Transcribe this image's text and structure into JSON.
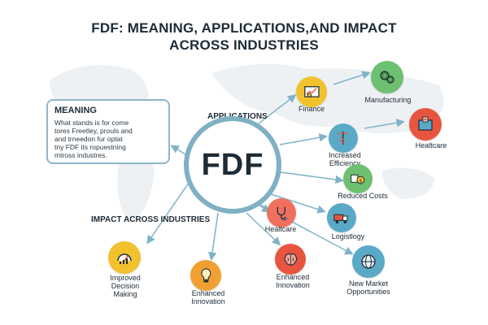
{
  "title_line1": "FDF: MEANING, APPLICATIONS,AND IMPACT",
  "title_line2": "ACROSS INDUSTRIES",
  "center_label": "FDF",
  "meaning": {
    "heading": "MEANING",
    "line1": "What stands is for come",
    "line2": "tores Freetley, prouls and",
    "line3": "and trneedon fur optat",
    "line4": "tny FDF its ropuestning",
    "line5": "mtross industres."
  },
  "sections": {
    "applications": "APPLICATIONS",
    "impact": "IMPACT ACROSS INDUSTRIES"
  },
  "nodes": {
    "finance": "Finance",
    "manufacturing": "Manufacturing",
    "increased_1": "Increased",
    "increased_2": "Efficiency",
    "healtcare": "Healtcare",
    "reduced_costs": "Reduced Costs",
    "healthcare": "Healtcare",
    "logistlogy": "Logistlogy",
    "improved_1": "Improved",
    "improved_2": "Decision",
    "improved_3": "Making",
    "enh1_1": "Enhanced",
    "enh1_2": "Innovation",
    "enh2_1": "Enhanced",
    "enh2_2": "Innovation",
    "nmo_1": "New Market",
    "nmo_2": "Opportunities"
  },
  "colors": {
    "ring": "#7fb0c4",
    "arrow": "#7fb3c8",
    "yellow": "#f2c12e",
    "green": "#6cc070",
    "red": "#e8553f",
    "teal": "#5aa9c7",
    "orange": "#f0a033"
  },
  "icons": {
    "finance": "finance-chart-icon",
    "manufacturing": "gears-icon",
    "increased": "caduceus-icon",
    "healtcare": "hospital-icon",
    "reduced": "money-bag-icon",
    "healthcare": "stethoscope-icon",
    "logistics": "truck-icon",
    "improved": "gauge-icon",
    "enh1": "lightbulb-icon",
    "enh2": "brain-icon",
    "nmo": "globe-icon"
  }
}
